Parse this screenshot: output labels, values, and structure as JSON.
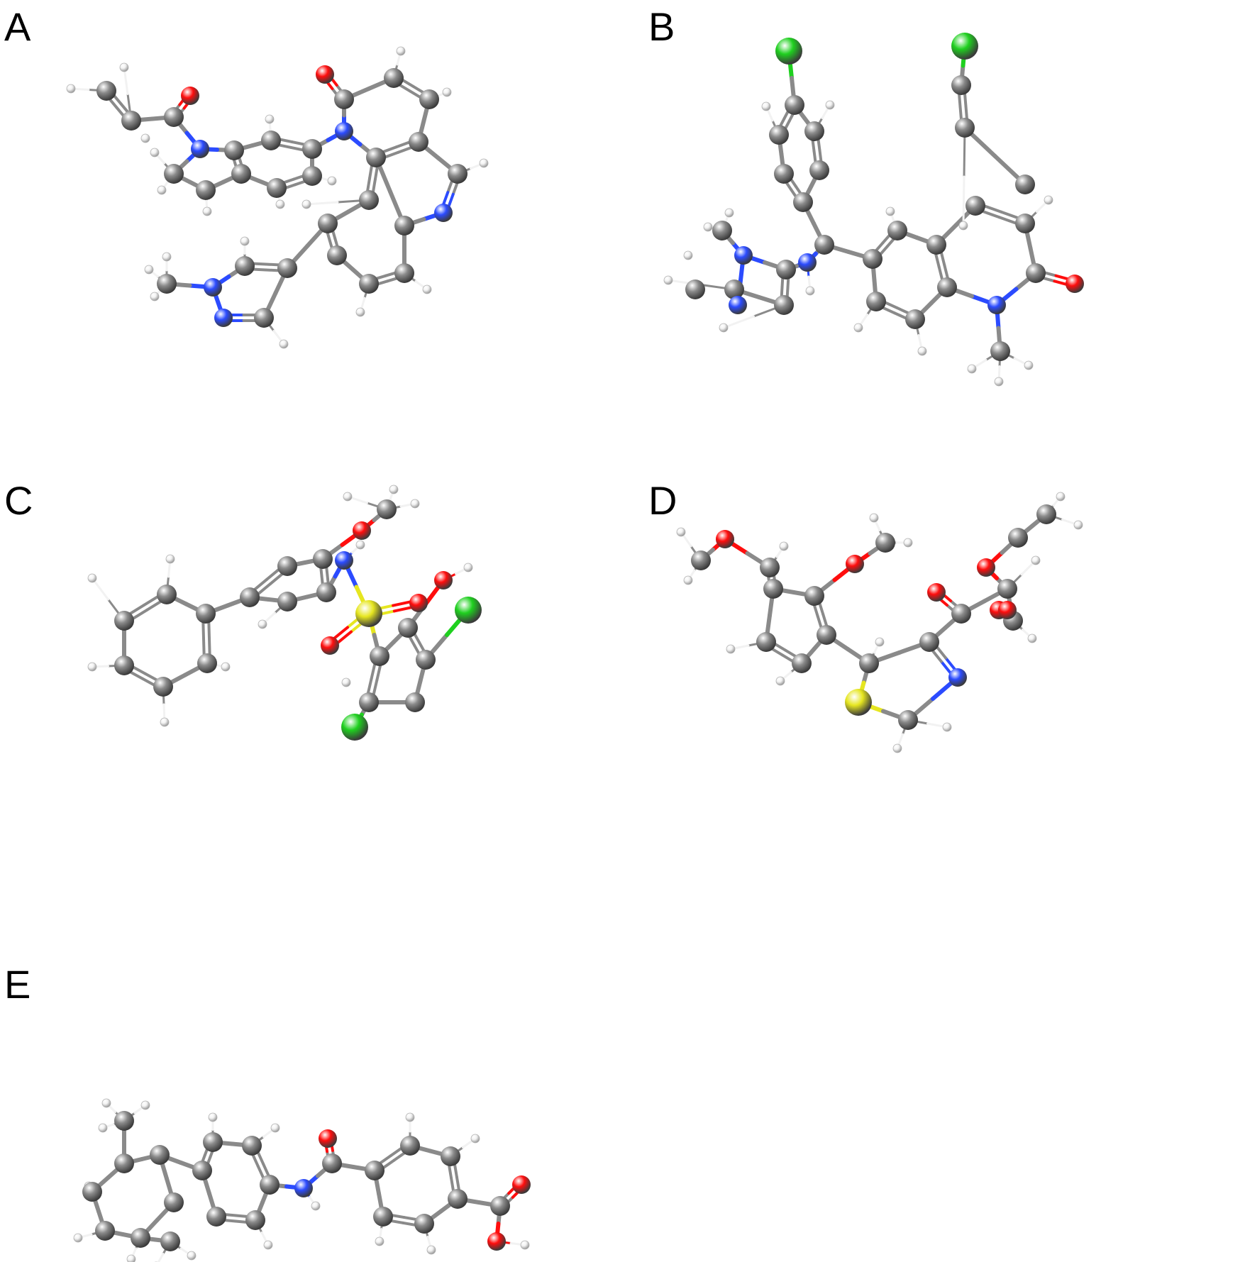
{
  "panels": [
    {
      "label": "A"
    },
    {
      "label": "B"
    },
    {
      "label": "C"
    },
    {
      "label": "D"
    },
    {
      "label": "E"
    }
  ],
  "atom_colors": {
    "C": "#8a8a8a",
    "H": "#f2f2f2",
    "N": "#2b4bff",
    "O": "#ff0d0d",
    "S": "#e6e620",
    "Cl": "#1fd01f"
  }
}
